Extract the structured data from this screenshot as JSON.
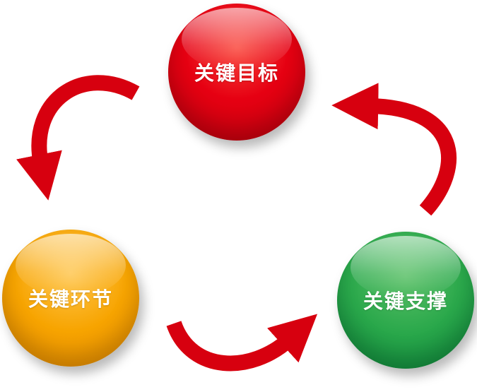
{
  "diagram": {
    "background": "#ffffff",
    "arrow_color": "#d7000f",
    "nodes": [
      {
        "id": "key-objective",
        "label": "关键目标",
        "color": "#e60012",
        "position": "top-center"
      },
      {
        "id": "key-link",
        "label": "关键环节",
        "color": "#f7a400",
        "position": "bottom-left"
      },
      {
        "id": "key-support",
        "label": "关键支撑",
        "color": "#2aa84b",
        "position": "bottom-right"
      }
    ],
    "arrows": [
      {
        "from": "关键目标",
        "to": "关键环节",
        "side": "left"
      },
      {
        "from": "关键环节",
        "to": "关键支撑",
        "side": "bottom"
      },
      {
        "from": "关键支撑",
        "to": "关键目标",
        "side": "right"
      }
    ]
  }
}
